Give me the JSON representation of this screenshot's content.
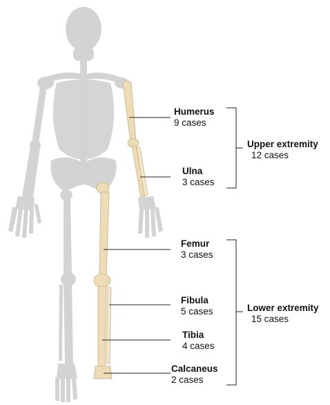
{
  "colors": {
    "skeleton": "#d3d3d3",
    "bone": "#ecdcb8",
    "bone_edge": "#c9b081",
    "leader": "#222222"
  },
  "bones": [
    {
      "id": "humerus",
      "name": "Humerus",
      "count": "9 cases"
    },
    {
      "id": "ulna",
      "name": "Ulna",
      "count": "3 cases"
    },
    {
      "id": "femur",
      "name": "Femur",
      "count": "3 cases"
    },
    {
      "id": "fibula",
      "name": "Fibula",
      "count": "5 cases"
    },
    {
      "id": "tibia",
      "name": "Tibia",
      "count": "4 cases"
    },
    {
      "id": "calcaneus",
      "name": "Calcaneus",
      "count": "2 cases"
    }
  ],
  "groups": [
    {
      "id": "upper",
      "name": "Upper extremity",
      "count": "12 cases"
    },
    {
      "id": "lower",
      "name": "Lower extremity",
      "count": "15 cases"
    }
  ]
}
